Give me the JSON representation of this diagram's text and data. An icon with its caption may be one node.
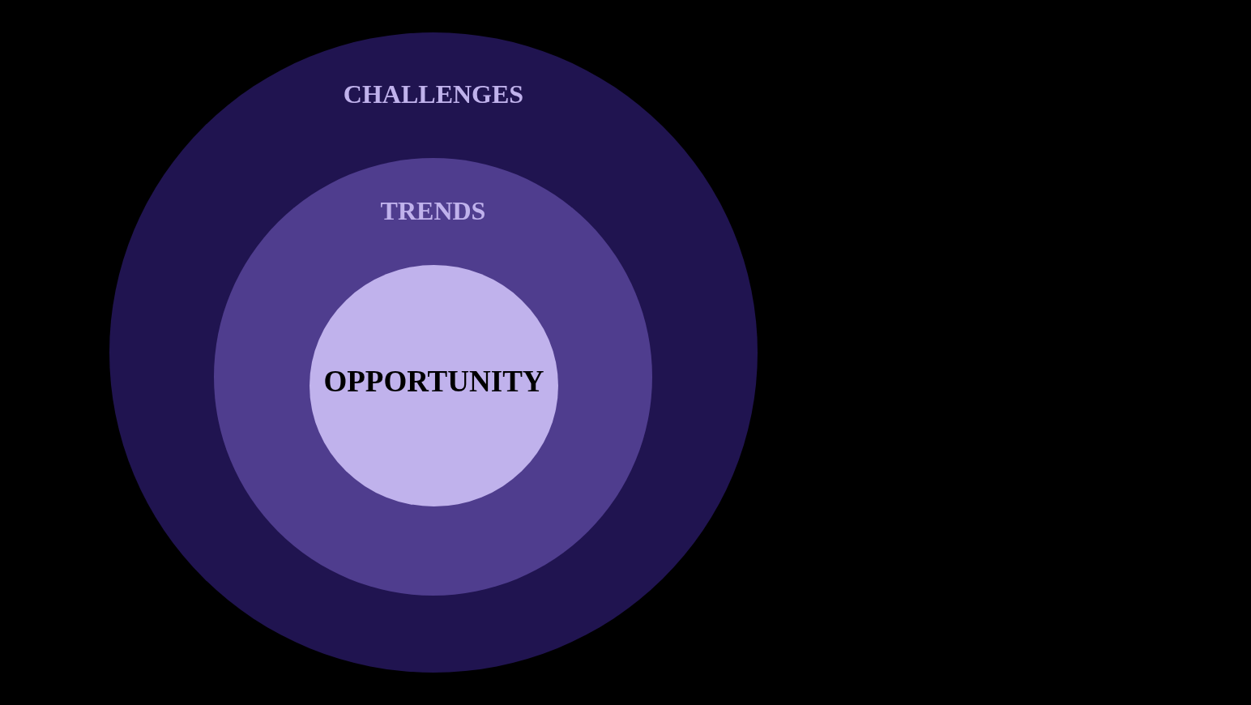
{
  "diagram": {
    "nodes": [
      {
        "text": [
          "CHALLENGES"
        ]
      },
      {
        "text": [
          "TRENDS"
        ],
        "in": 0
      },
      {
        "text": [
          "OPPORTUNITY"
        ],
        "in": 1
      }
    ]
  }
}
